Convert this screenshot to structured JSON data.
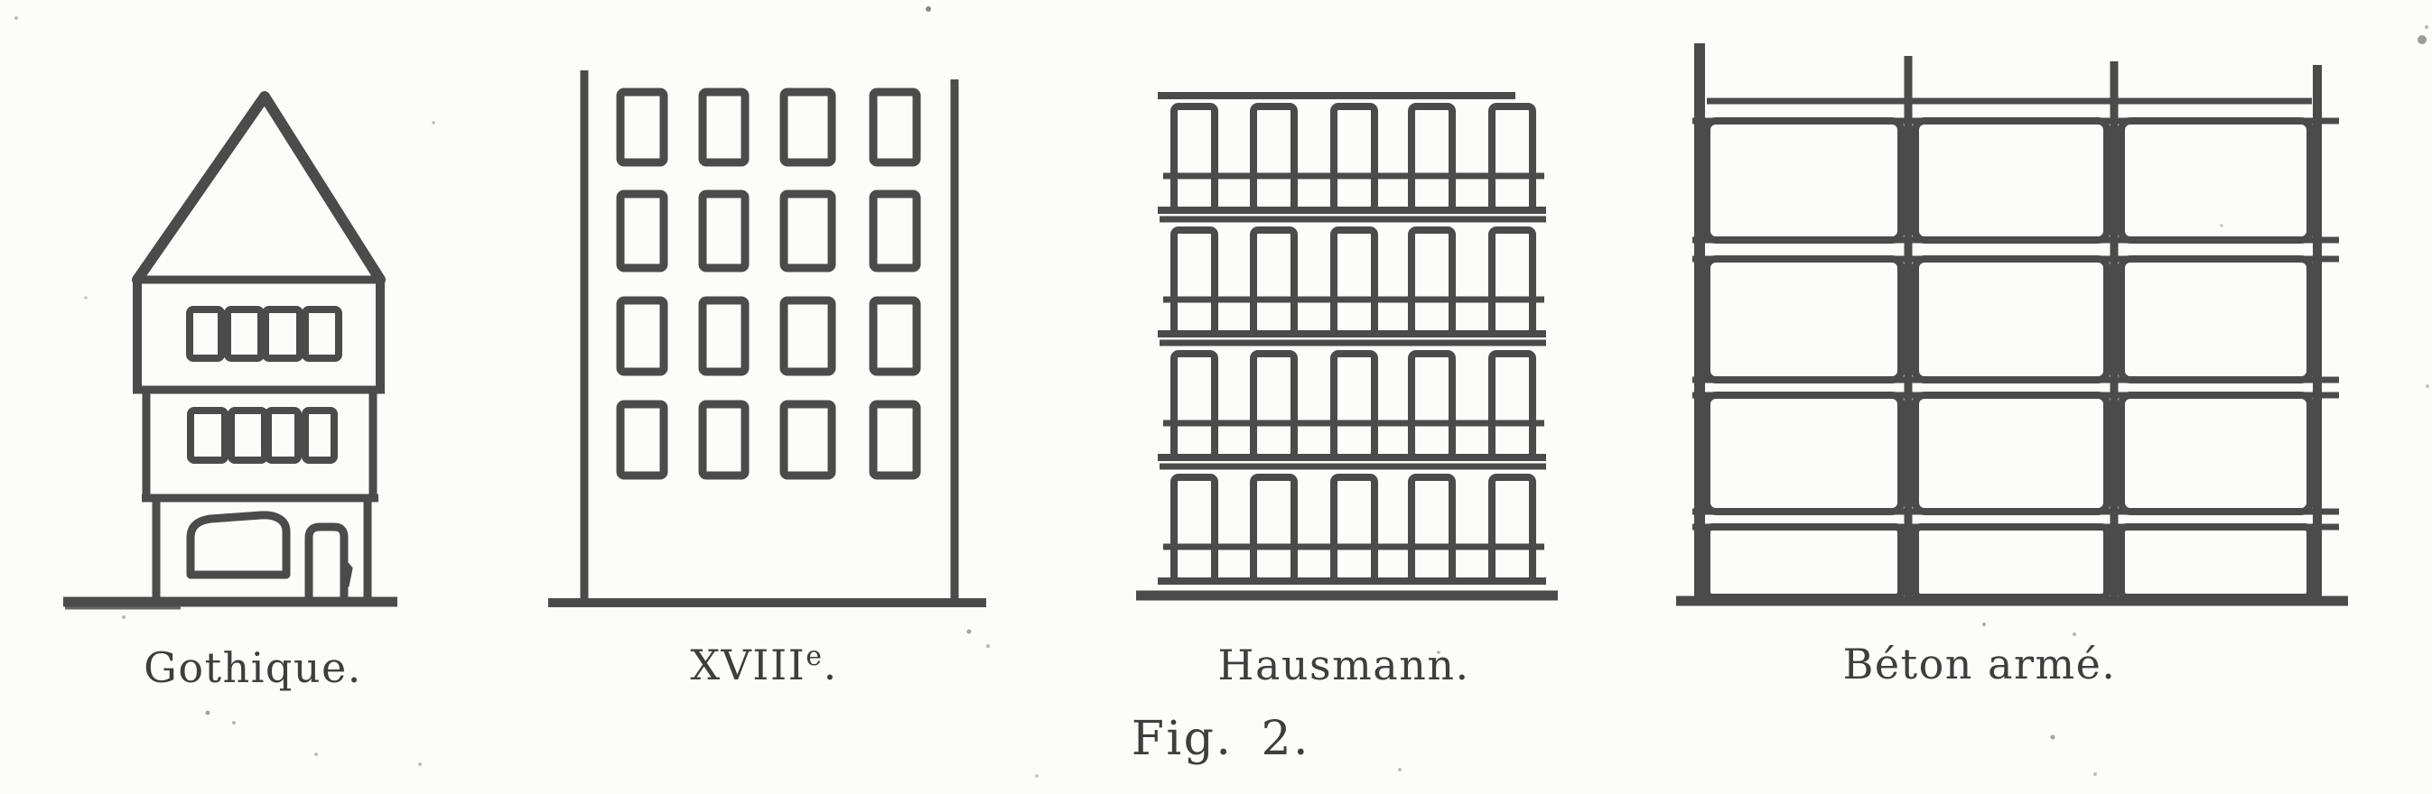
{
  "figure": {
    "caption": "Fig. 2.",
    "styles": [
      {
        "label": "Gothique."
      },
      {
        "label": "XVIIIᵉ.",
        "label_main": "XVIII",
        "label_sup": "e",
        "label_end": "."
      },
      {
        "label": "Hausmann."
      },
      {
        "label": "Béton armé."
      }
    ]
  },
  "colors": {
    "ink": "#4b4b4b",
    "ink_dark": "#3e3e3e",
    "paper": "#fcfcfa"
  }
}
